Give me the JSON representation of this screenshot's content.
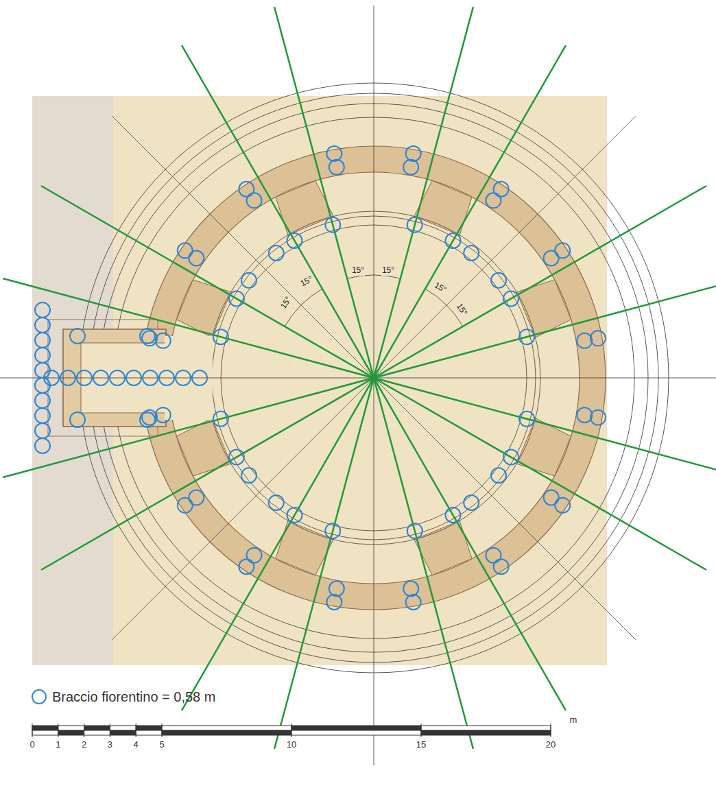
{
  "diagram": {
    "labels": [
      "15°",
      "15°",
      "15°",
      "15°",
      "15°",
      "15°",
      "0",
      "1",
      "2",
      "3",
      "4",
      "5",
      "10",
      "15",
      "20",
      "m"
    ],
    "legend": [
      {
        "text": "Braccio fiorentino = 0,58 m"
      }
    ]
  }
}
